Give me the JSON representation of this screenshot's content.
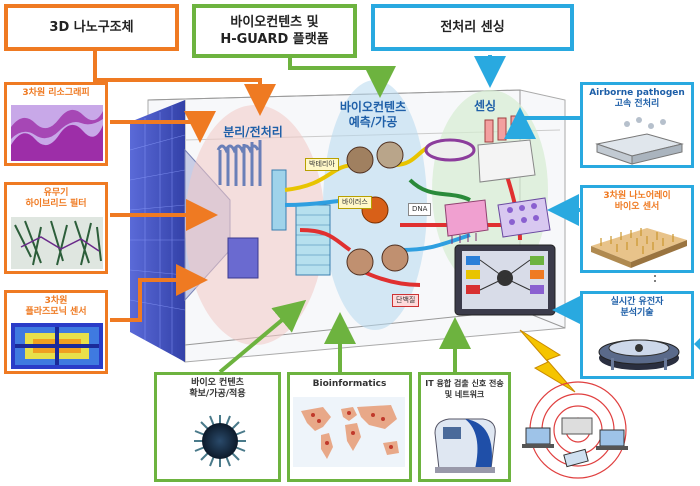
{
  "headers": {
    "nano_structure": "3D 나노구조체",
    "bio_platform": "바이오컨텐츠 및\nH-GUARD 플랫폼",
    "preprocessing_sensing": "전처리 센싱"
  },
  "left_panels": {
    "lithography": "3차원 리소그래피",
    "filter": "유무기\n하이브리드 필터",
    "plasmonic": "3차원\n플라즈모닉 센서"
  },
  "right_panels": {
    "airborne": "Airborne pathogen\n고속 전처리",
    "nanoarray": "3차원 나노어레이\n바이오 센서",
    "genetic": "실시간 유전자\n분석기술"
  },
  "bottom_panels": {
    "bio_contents": "바이오 컨텐츠\n확보/가공/적용",
    "bioinformatics": "Bioinformatics",
    "it_network": "IT 융합 검출 신호 전송\n및 네트워크"
  },
  "zones": {
    "separation": "분리/전처리",
    "prediction": "바이오컨텐츠\n예측/가공",
    "sensing": "센싱"
  },
  "tags": {
    "bacteria": "박테리아",
    "virus": "바이러스",
    "dna": "DNA",
    "protein": "단백질"
  },
  "colors": {
    "orange": "#ef7a22",
    "green": "#6db33f",
    "blue": "#29a9e0"
  }
}
